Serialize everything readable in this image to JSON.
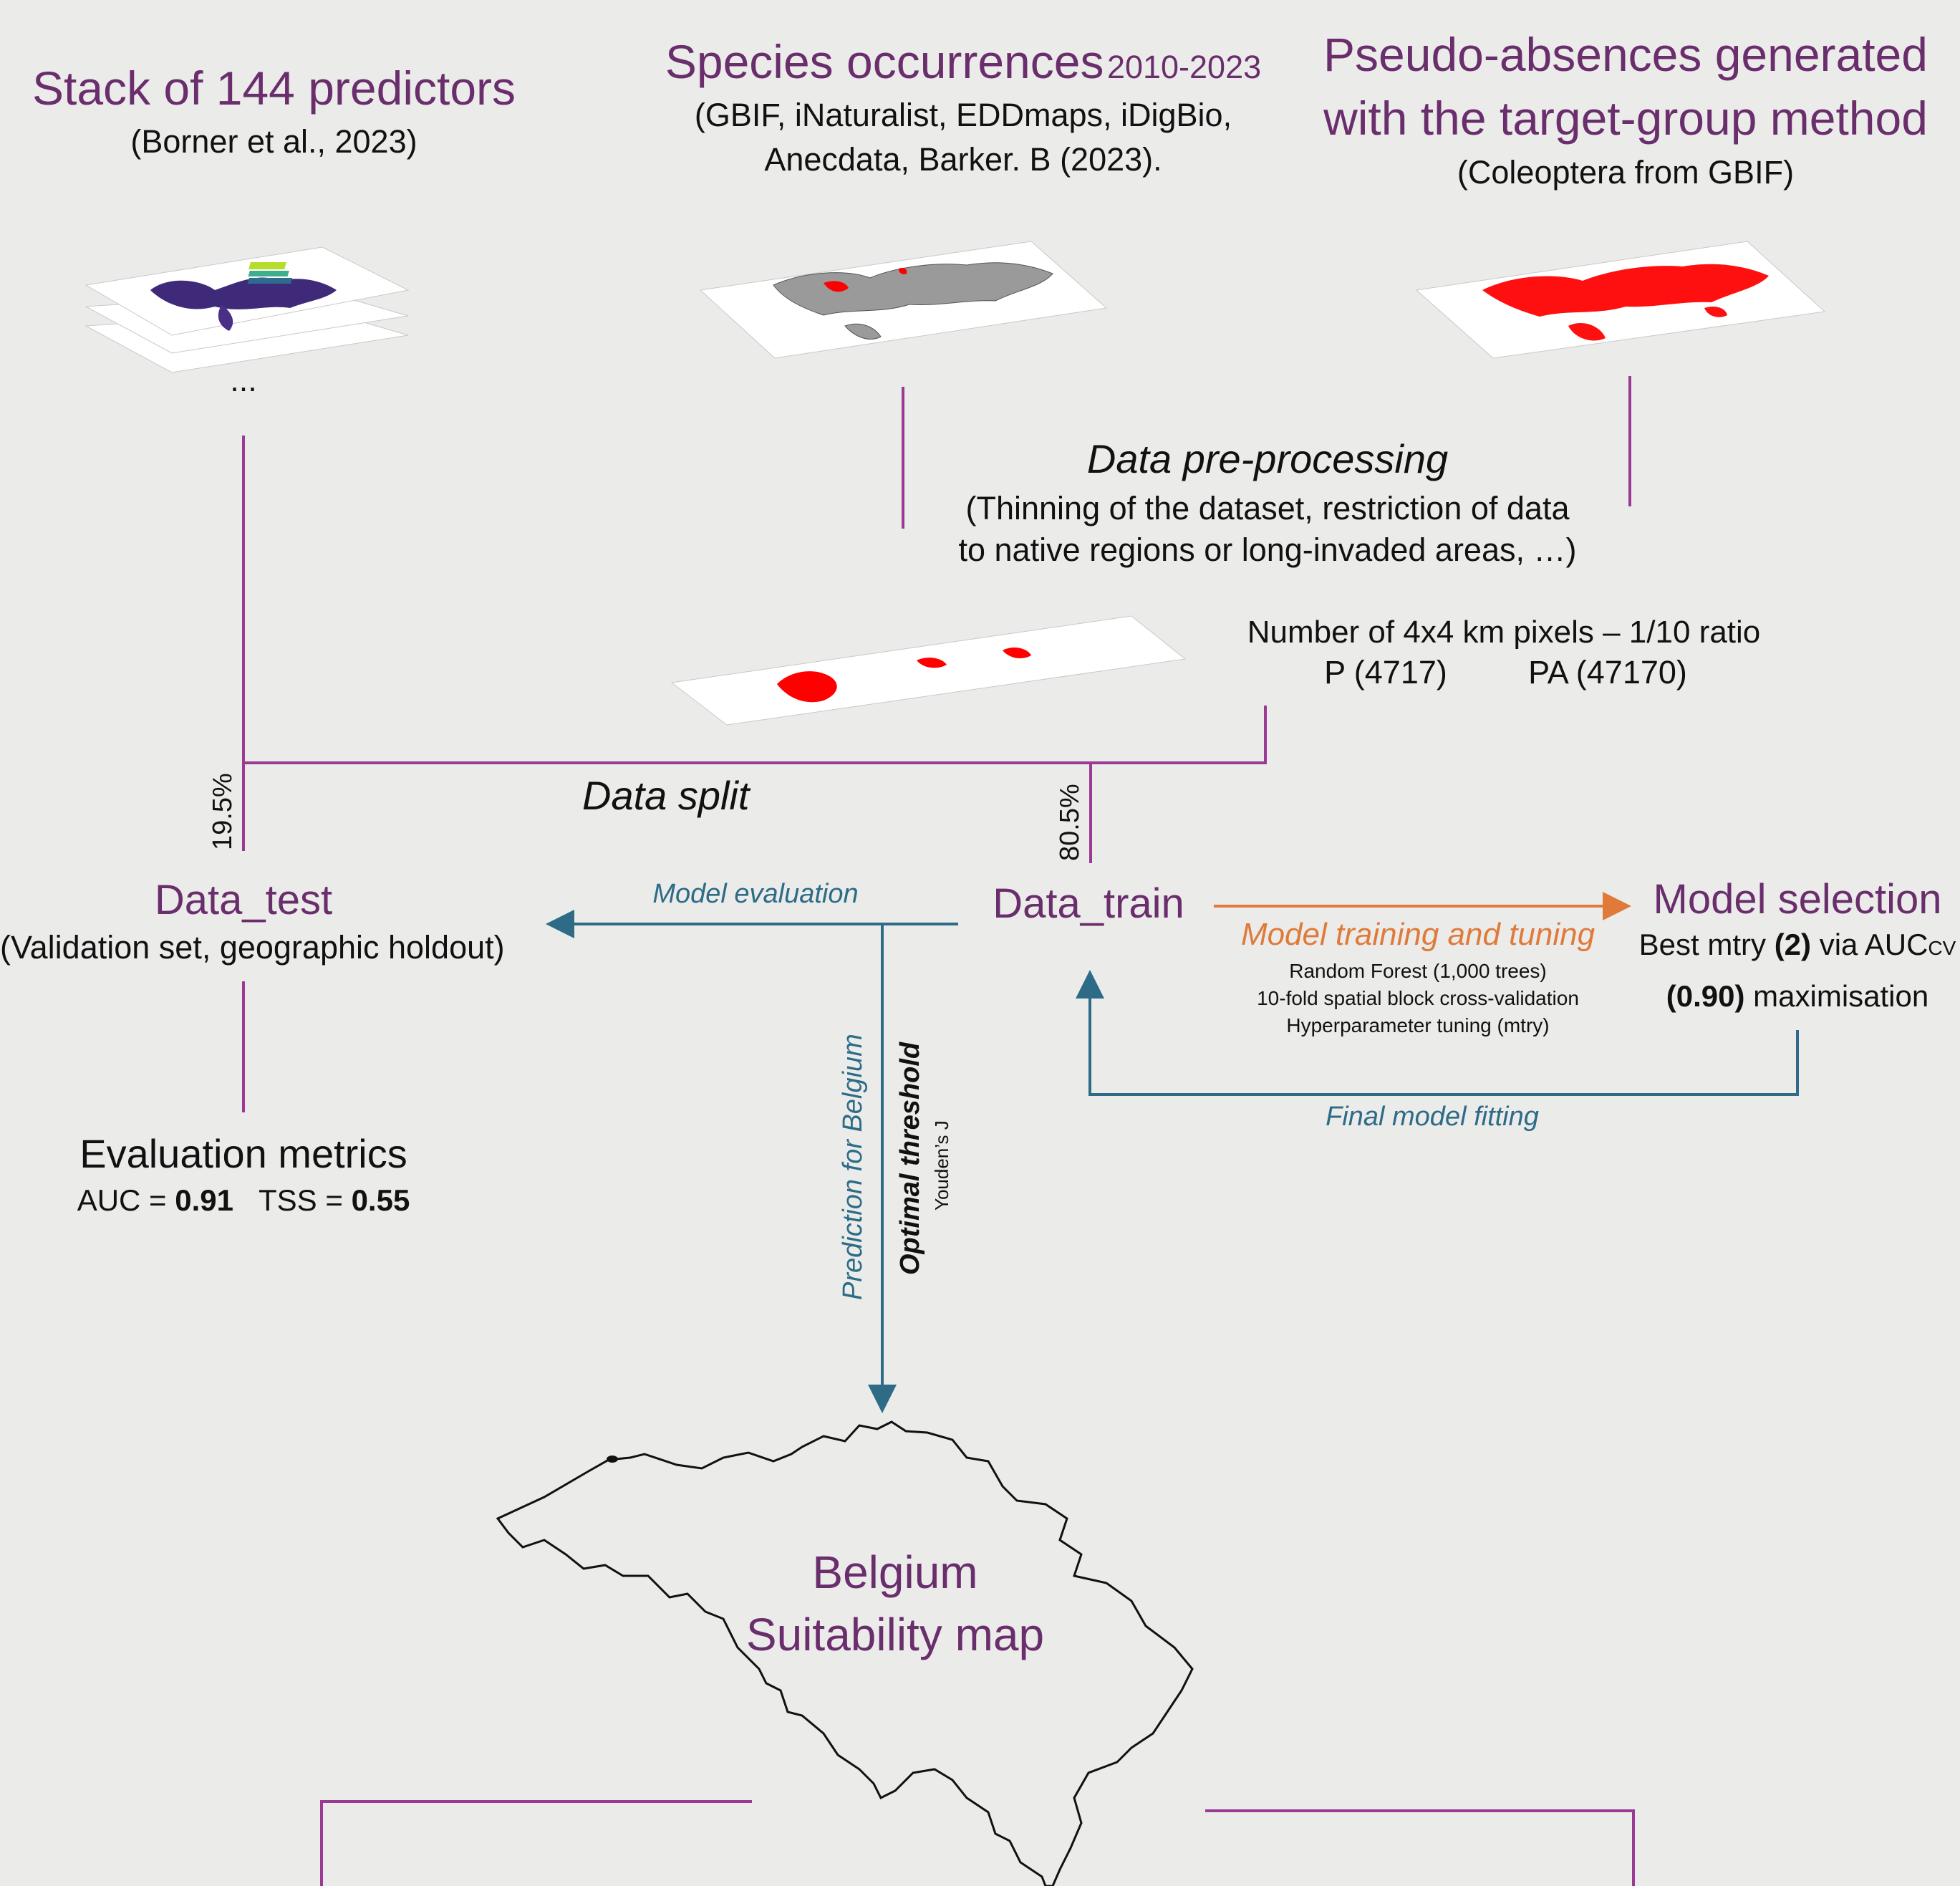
{
  "predictors": {
    "title": "Stack of 144 predictors",
    "citation": "(Borner et al., 2023)",
    "ellipsis": "..."
  },
  "occurrences": {
    "title": "Species occurrences",
    "years": "2010-2023",
    "sources_line1": "(GBIF, iNaturalist, EDDmaps, iDigBio,",
    "sources_line2": "Anecdata, Barker. B (2023)."
  },
  "pseudo_absences": {
    "title_line1": "Pseudo-absences generated",
    "title_line2": "with the target-group method",
    "source": "(Coleoptera from GBIF)"
  },
  "preprocessing": {
    "title": "Data pre-processing",
    "detail_line1": "(Thinning of the dataset, restriction of data",
    "detail_line2": "to native regions or long-invaded areas, …)"
  },
  "pixels": {
    "title": "Number of 4x4 km pixels – 1/10 ratio",
    "presence": "P (4717)",
    "pseudo_absence": "PA (47170)"
  },
  "split": {
    "label": "Data split",
    "test_pct": "19.5%",
    "train_pct": "80.5%"
  },
  "data_test": {
    "title": "Data_test",
    "detail": "(Validation set, geographic holdout)"
  },
  "data_train": {
    "title": "Data_train"
  },
  "model_evaluation": "Model evaluation",
  "training": {
    "title": "Model training and tuning",
    "line1": "Random Forest (1,000 trees)",
    "line2": "10-fold spatial block cross-validation",
    "line3": "Hyperparameter tuning (mtry)"
  },
  "model_selection": {
    "title": "Model selection",
    "line1_a": "Best mtry ",
    "line1_b": "(2)",
    "line1_c": " via AUC",
    "line1_sub": "CV",
    "line2_a": "(0.90)",
    "line2_b": " maximisation"
  },
  "final_fitting": "Final model fitting",
  "metrics": {
    "title": "Evaluation metrics",
    "auc_label": "AUC = ",
    "auc_value": "0.91",
    "tss_label": "TSS = ",
    "tss_value": "0.55"
  },
  "prediction": "Prediction for Belgium",
  "threshold": {
    "title": "Optimal threshold",
    "method": "Youden’s J"
  },
  "belgium": {
    "line1": "Belgium",
    "line2": "Suitability map"
  },
  "colors": {
    "purple": "#6a2e6d",
    "connector": "#9b3a93",
    "blue": "#2d6b86",
    "orange": "#e07a3a",
    "red": "#ff0000",
    "background": "#ebecea"
  }
}
